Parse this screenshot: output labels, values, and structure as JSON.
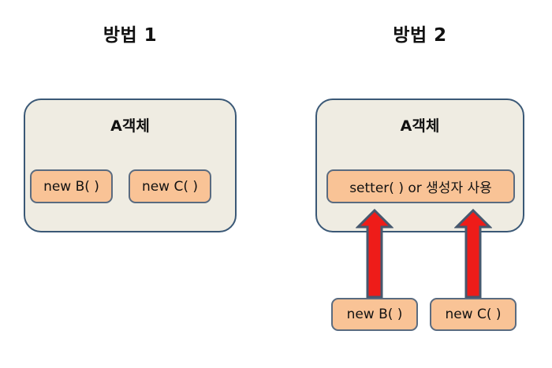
{
  "diagram": {
    "title_left": "방법 1",
    "title_right": "방법 2",
    "colors": {
      "container_fill": "#efece2",
      "container_border": "#3a5876",
      "chip_fill": "#f9c396",
      "chip_border": "#5a6b80",
      "arrow_fill": "#ee1c19",
      "arrow_border": "#46586e",
      "background": "#ffffff",
      "text": "#111111"
    },
    "method1": {
      "container_label": "A객체",
      "chips": [
        {
          "label": "new B( )"
        },
        {
          "label": "new C( )"
        }
      ]
    },
    "method2": {
      "container_label": "A객체",
      "inner_chip": {
        "label": "setter( ) or 생성자 사용"
      },
      "external_chips": [
        {
          "label": "new B( )"
        },
        {
          "label": "new C( )"
        }
      ],
      "arrows": [
        {
          "name": "arrow-b",
          "direction": "up",
          "from": "new B( )",
          "to": "setter( ) or 생성자 사용"
        },
        {
          "name": "arrow-c",
          "direction": "up",
          "from": "new C( )",
          "to": "setter( ) or 생성자 사용"
        }
      ]
    }
  }
}
